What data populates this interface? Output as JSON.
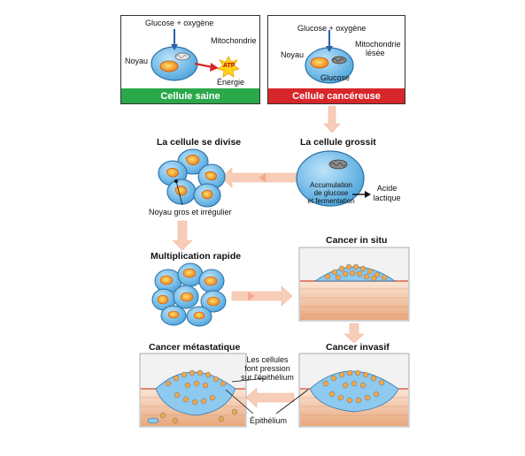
{
  "panels": {
    "healthy": {
      "glucose": "Glucose + oxygène",
      "mitochondria": "Mitochondrie",
      "nucleus": "Noyau",
      "atp": "ATP",
      "energy": "Énergie",
      "caption": "Cellule saine",
      "caption_color": "#2aa84a"
    },
    "cancer": {
      "glucose": "Glucose + oxygène",
      "mitochondria": "Mitochondrie",
      "damaged": "lésée",
      "nucleus": "Noyau",
      "glucose_inside": "Glucose",
      "caption": "Cellule cancéreuse",
      "caption_color": "#d7262a"
    }
  },
  "stages": {
    "grows": {
      "title": "La cellule grossit",
      "accumulation": [
        "Accumulation",
        "de glucose",
        "et fermentation"
      ],
      "acid": [
        "Acide",
        "lactique"
      ]
    },
    "divides": {
      "title": "La cellule se divise",
      "nucleus_note": "Noyau gros et irrégulier"
    },
    "rapid": {
      "title": "Multiplication rapide"
    },
    "in_situ": {
      "title": "Cancer in situ"
    },
    "invasive": {
      "title": "Cancer invasif"
    },
    "metastatic": {
      "title": "Cancer métastatique"
    },
    "pressure_note": [
      "Les cellules",
      "font pression",
      "sur l'épithélium"
    ],
    "epithelium": "Épithélium"
  },
  "colors": {
    "cell_fill": "#5fb3e6",
    "cell_stroke": "#2a6fa6",
    "nucleus": "#f08a1c",
    "arrow": "#f6c9b2",
    "tissue": "#f3c9a8"
  }
}
